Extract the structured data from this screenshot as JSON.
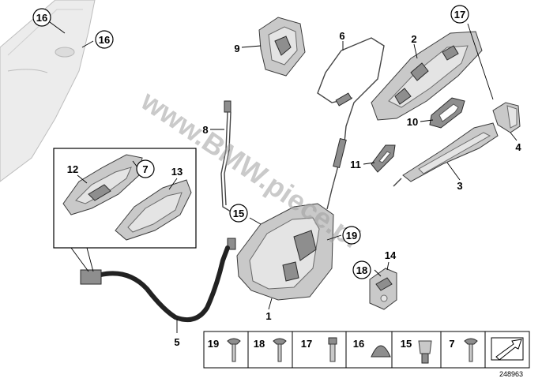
{
  "callouts": {
    "c1": "1",
    "c2": "2",
    "c3": "3",
    "c4": "4",
    "c5": "5",
    "c6": "6",
    "c7": "7",
    "c8": "8",
    "c9": "9",
    "c10": "10",
    "c11": "11",
    "c12": "12",
    "c13": "13",
    "c14": "14",
    "c15": "15",
    "c16a": "16",
    "c16b": "16",
    "c17": "17",
    "c18": "18",
    "c19": "19"
  },
  "legend": {
    "items": [
      "19",
      "18",
      "17",
      "16",
      "15",
      "7"
    ]
  },
  "watermark": "www.BMW.piece.pl",
  "catalog_number": "248963"
}
